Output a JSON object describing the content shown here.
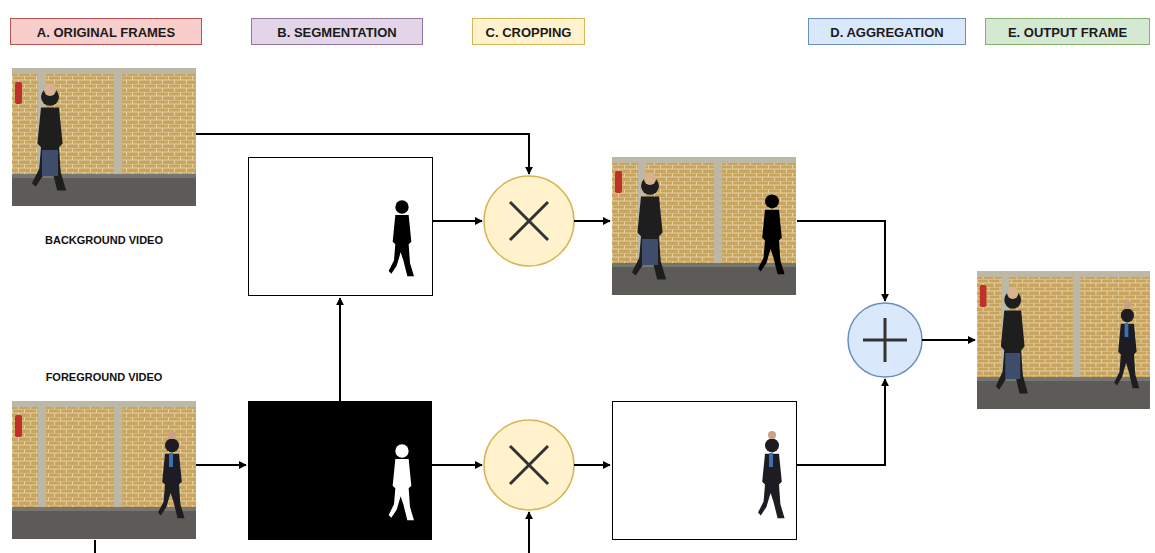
{
  "diagram": {
    "nodes": [
      {
        "text": [
          "A. ORIGINAL FRAMES"
        ]
      },
      {
        "text": [
          "B. SEGMENTATION"
        ]
      },
      {
        "text": [
          "C. CROPPING"
        ]
      },
      {
        "text": [
          "D. AGGREGATION"
        ]
      },
      {
        "text": [
          "E. OUTPUT FRAME"
        ]
      }
    ],
    "labels": [
      "BACKGROUND VIDEO",
      "FOREGROUND VIDEO"
    ]
  }
}
